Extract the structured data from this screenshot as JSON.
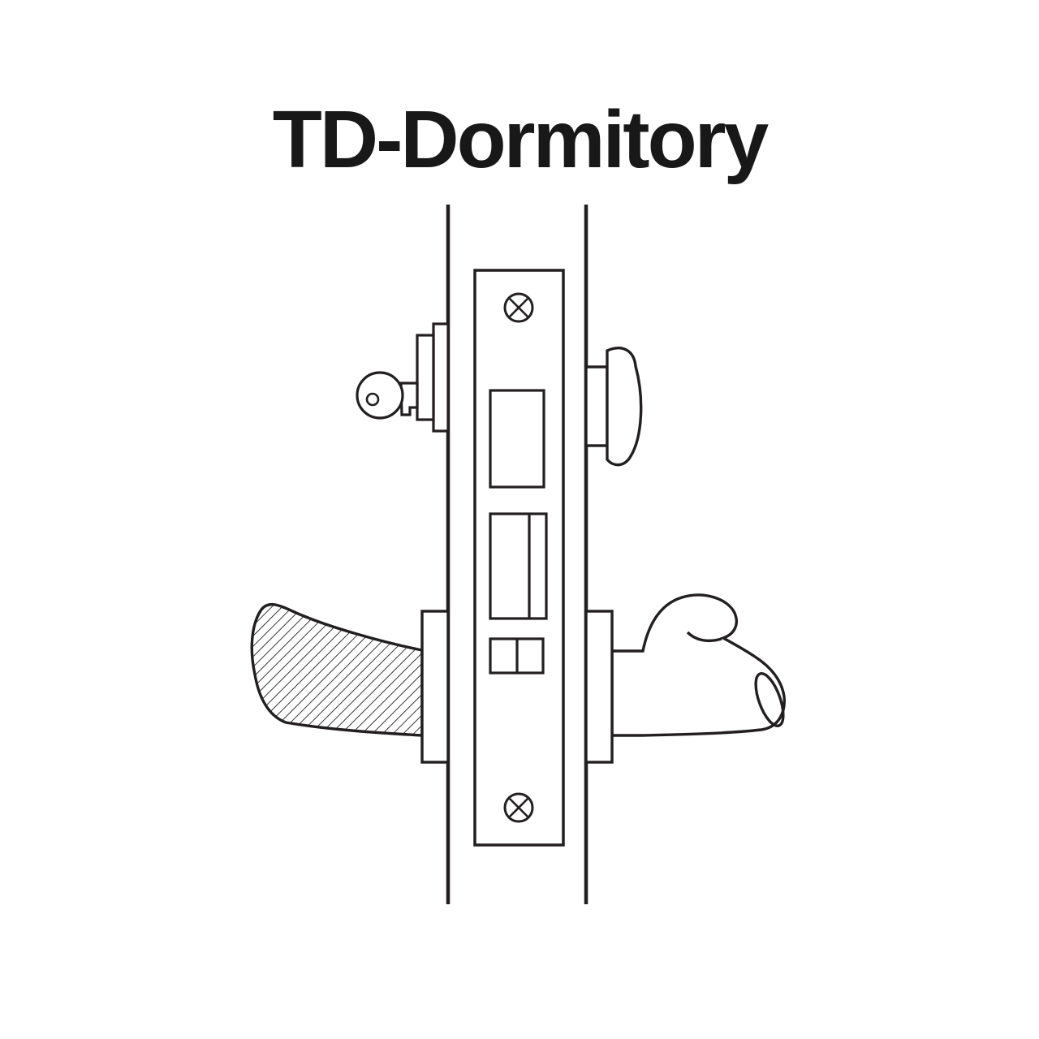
{
  "page": {
    "background_color": "#ffffff",
    "ink_color": "#231f20"
  },
  "title": {
    "text": "TD-Dormitory"
  },
  "diagram": {
    "description_parts": [
      "door-edge-left",
      "door-edge-right",
      "mortise-lock-case",
      "mounting-screw-top",
      "mounting-screw-bottom",
      "latchbolt-cutout",
      "deadbolt-cutout",
      "auxiliary-latch-cutout",
      "key",
      "mortise-cylinder",
      "thumbturn",
      "inside-lever-hatched",
      "outside-lever"
    ]
  }
}
